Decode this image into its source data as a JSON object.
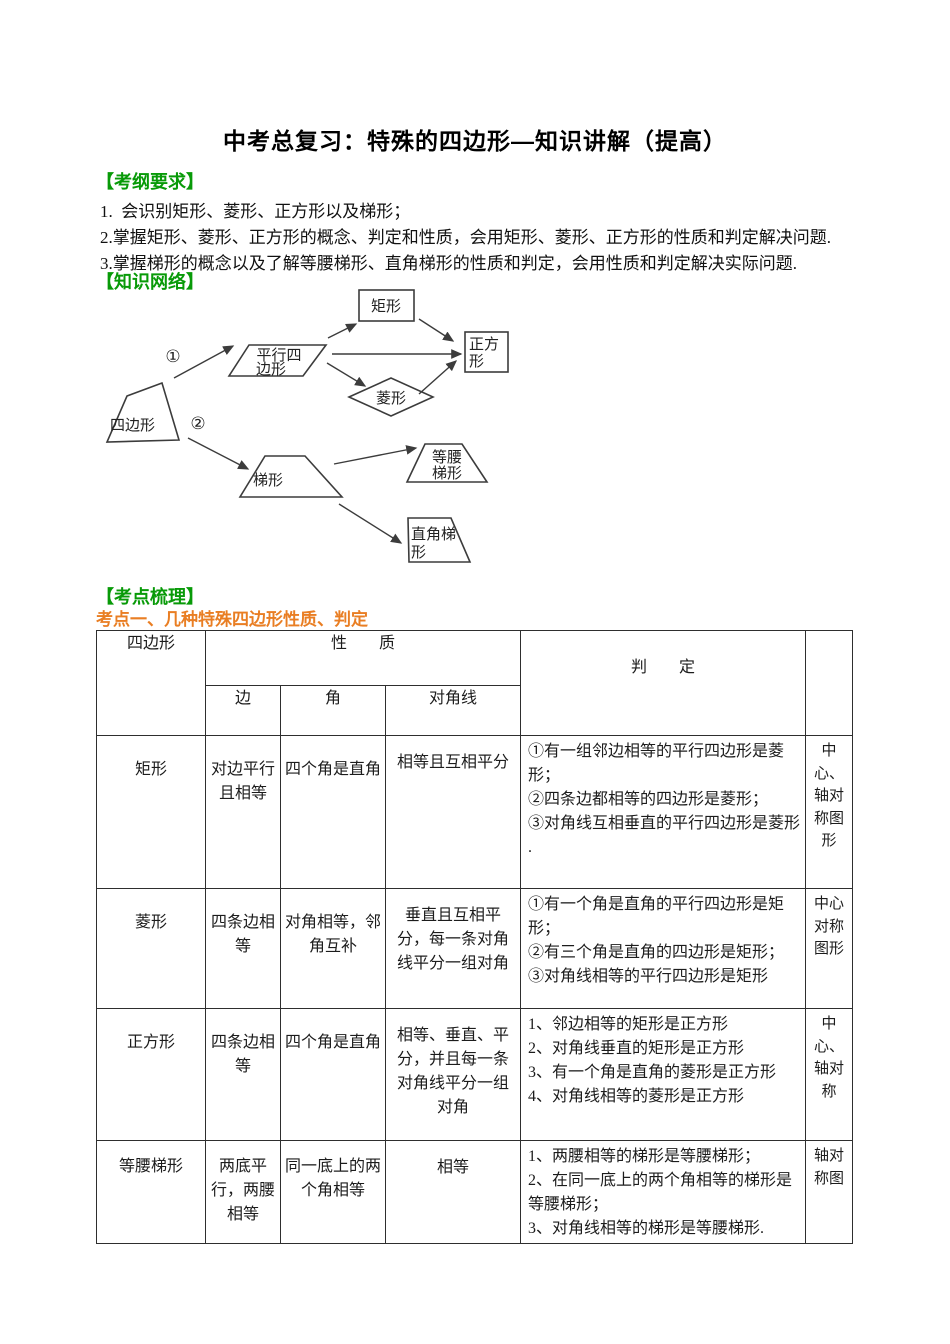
{
  "title": "中考总复习：特殊的四边形—知识讲解（提高）",
  "headings": {
    "outline": "【考纲要求】",
    "network": "【知识网络】",
    "points": "【考点梳理】",
    "topic1": "考点一、几种特殊四边形性质、判定"
  },
  "outline_items": [
    "1.  会识别矩形、菱形、正方形以及梯形；",
    "2.掌握矩形、菱形、正方形的概念、判定和性质，会用矩形、菱形、正方形的性质和判定解决问题.",
    "3.掌握梯形的概念以及了解等腰梯形、直角梯形的性质和判定，会用性质和判定解决实际问题."
  ],
  "diagram": {
    "quad": "四边形",
    "label1": "①",
    "label2": "②",
    "parallelogram_l1": "平行四",
    "parallelogram_l2": "边形",
    "rectangle": "矩形",
    "square_l1": "正方",
    "square_l2": "形",
    "rhombus": "菱形",
    "trapezoid": "梯形",
    "iso_trap_l1": "等腰",
    "iso_trap_l2": "梯形",
    "right_trap_l1": "直角梯",
    "right_trap_l2": "形"
  },
  "table": {
    "header": {
      "col_quad": "四边形",
      "properties": "性        质",
      "judgement": "判        定",
      "sub_side": "边",
      "sub_angle": "角",
      "sub_diagonal": "对角线"
    },
    "rows": [
      {
        "name": "矩形",
        "side": "对边平行且相等",
        "angle": "四个角是直角",
        "diagonal": "相等且互相平分",
        "judge": "①有一组邻边相等的平行四边形是菱形；\n②四条边都相等的四边形是菱形；\n③对角线互相垂直的平行四边形是菱形 .",
        "symmetry": "中心、轴对称图形"
      },
      {
        "name": "菱形",
        "side": "四条边相等",
        "angle": "对角相等，邻角互补",
        "diagonal": "垂直且互相平分，每一条对角线平分一组对角",
        "judge": "①有一个角是直角的平行四边形是矩形；\n②有三个角是直角的四边形是矩形；\n③对角线相等的平行四边形是矩形",
        "symmetry": "中心对称图形"
      },
      {
        "name": "正方形",
        "side": "四条边相等",
        "angle": "四个角是直角",
        "diagonal": "相等、垂直、平分，并且每一条对角线平分一组对角",
        "judge": "1、邻边相等的矩形是正方形\n2、对角线垂直的矩形是正方形\n3、有一个角是直角的菱形是正方形\n4、对角线相等的菱形是正方形",
        "symmetry": "中心、轴对称"
      },
      {
        "name": "等腰梯形",
        "side": "两底平行，两腰相等",
        "angle": "同一底上的两个角相等",
        "diagonal": "相等",
        "judge": "1、两腰相等的梯形是等腰梯形；\n2、在同一底上的两个角相等的梯形是等腰梯形；\n3、对角线相等的梯形是等腰梯形.",
        "symmetry": "轴对称图"
      }
    ]
  },
  "colors": {
    "heading_green": "#089a08",
    "topic_orange": "#e97e23",
    "line_dark": "#3c3c3c"
  }
}
